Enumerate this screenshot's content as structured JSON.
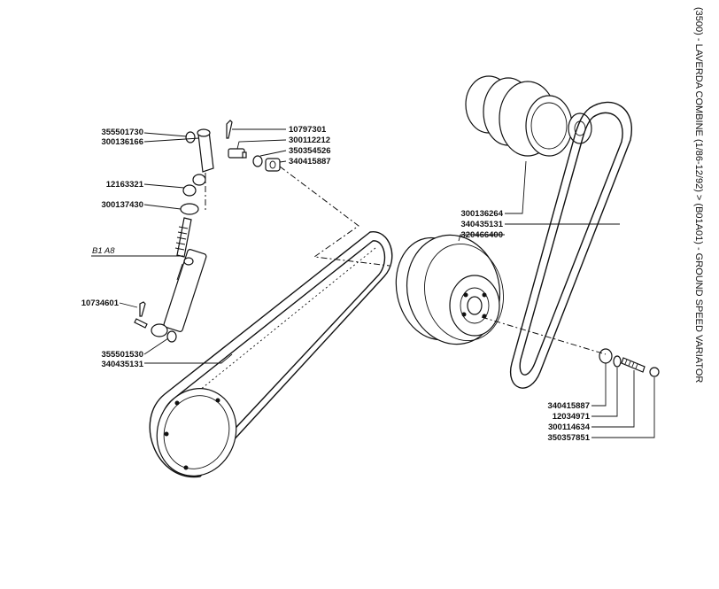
{
  "title": "(3500) - LAVERDA COMBINE (1/86-12/92) > (B01A01) - GROUND SPEED VARIATOR",
  "parts_left": [
    "355501730",
    "300136166",
    "12163321",
    "300137430",
    "10734601",
    "355501530",
    "340435131"
  ],
  "reference_label": "B1 A8",
  "parts_top_middle": [
    "10797301",
    "300112212",
    "350354526",
    "340415887"
  ],
  "parts_center": [
    "300136264",
    "340435131",
    "320466400"
  ],
  "parts_right": [
    "340415887",
    "12034971",
    "300114634",
    "350357851"
  ]
}
